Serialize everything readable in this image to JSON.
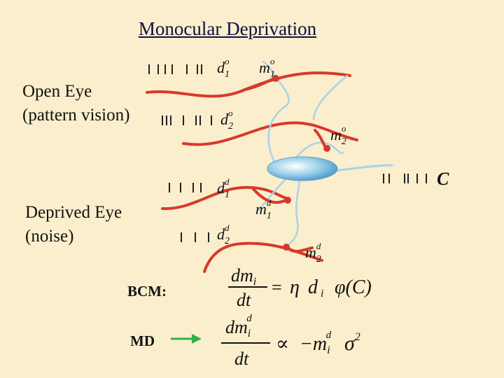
{
  "title": "Monocular Deprivation",
  "open_eye": {
    "line1": "Open Eye",
    "line2": "(pattern vision)"
  },
  "deprived_eye": {
    "line1": "Deprived Eye",
    "line2": "(noise)"
  },
  "bcm_label": "BCM:",
  "md_label": "MD",
  "symbols": {
    "d1o": {
      "base": "d",
      "sub": "1",
      "sup": "o"
    },
    "d2o": {
      "base": "d",
      "sub": "2",
      "sup": "o"
    },
    "m1o": {
      "base": "m",
      "sub": "1",
      "sup": "o"
    },
    "m2o": {
      "base": "m",
      "sub": "2",
      "sup": "o"
    },
    "d1d": {
      "base": "d",
      "sub": "1",
      "sup": "d"
    },
    "d2d": {
      "base": "d",
      "sub": "2",
      "sup": "d"
    },
    "m1d": {
      "base": "m",
      "sub": "1",
      "sup": "d"
    },
    "m2d": {
      "base": "m",
      "sub": "2",
      "sup": "d"
    },
    "C": "C"
  },
  "equation_bcm": {
    "num": "dm",
    "num_sub": "i",
    "den": "dt",
    "eq": "=",
    "eta": "η",
    "d": "d",
    "d_sub": "i",
    "phi": "φ(C)"
  },
  "equation_md": {
    "num": "dm",
    "num_sub": "i",
    "num_sup": "d",
    "den": "dt",
    "prop": "∝",
    "minus_m": "−m",
    "m_sub": "i",
    "m_sup": "d",
    "sigma": "σ",
    "sigma_sup": "2"
  },
  "colors": {
    "background": "#fbeecd",
    "axon": "#d63a2a",
    "dendrite": "#a9d3e6",
    "arrow": "#2fb34a"
  }
}
